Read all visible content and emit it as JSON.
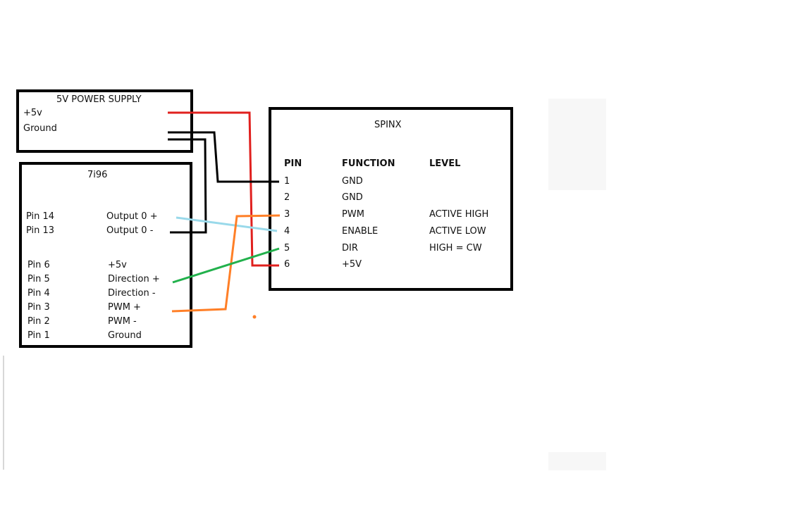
{
  "power_supply": {
    "title": "5V POWER SUPPLY",
    "pins": [
      "+5v",
      "Ground"
    ]
  },
  "board_7i96": {
    "title": "7i96",
    "upper_pins": [
      {
        "pin": "Pin 14",
        "signal": "Output 0 +"
      },
      {
        "pin": "Pin 13",
        "signal": "Output 0 -"
      }
    ],
    "lower_pins": [
      {
        "pin": "Pin 6",
        "signal": "+5v"
      },
      {
        "pin": "Pin 5",
        "signal": "Direction +"
      },
      {
        "pin": "Pin 4",
        "signal": "Direction -"
      },
      {
        "pin": "Pin 3",
        "signal": "PWM +"
      },
      {
        "pin": "Pin 2",
        "signal": "PWM -"
      },
      {
        "pin": "Pin 1",
        "signal": "Ground"
      }
    ]
  },
  "spinx": {
    "title": "SPINX",
    "headers": {
      "pin": "PIN",
      "function": "FUNCTION",
      "level": "LEVEL"
    },
    "rows": [
      {
        "pin": "1",
        "function": "GND",
        "level": ""
      },
      {
        "pin": "2",
        "function": "GND",
        "level": ""
      },
      {
        "pin": "3",
        "function": "PWM",
        "level": "ACTIVE HIGH"
      },
      {
        "pin": "4",
        "function": "ENABLE",
        "level": "ACTIVE LOW"
      },
      {
        "pin": "5",
        "function": "DIR",
        "level": "HIGH = CW"
      },
      {
        "pin": "6",
        "function": "+5V",
        "level": ""
      }
    ]
  },
  "wire_colors": {
    "power": "#e0201e",
    "ground": "#000000",
    "enable": "#99d9ea",
    "pwm": "#ff7f27",
    "dir": "#22b14c"
  }
}
